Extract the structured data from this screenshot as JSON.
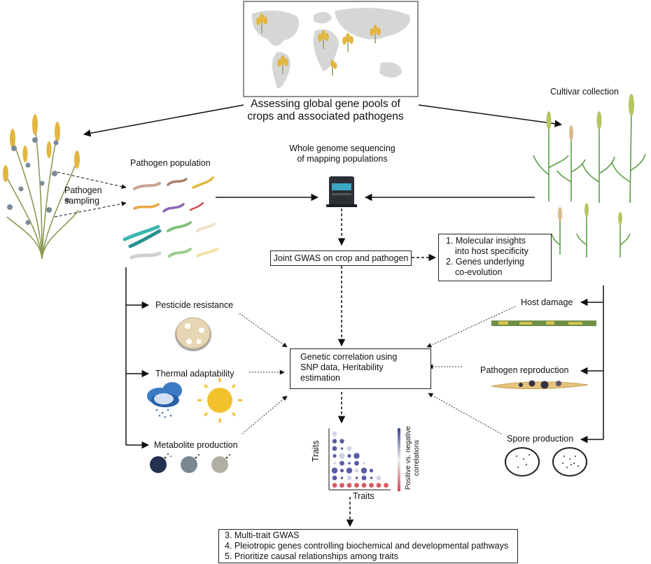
{
  "title": {
    "line1": "Assessing global gene pools of",
    "line2": "crops and associated pathogens"
  },
  "left": {
    "sampling_line1": "Pathogen",
    "sampling_line2": "sampling",
    "population": "Pathogen population",
    "traits": [
      "Pesticide resistance",
      "Thermal adaptability",
      "Metabolite production"
    ]
  },
  "center": {
    "wgs_line1": "Whole genome sequencing",
    "wgs_line2": "of mapping populations",
    "gwas": "Joint GWAS on crop and pathogen",
    "insights": [
      "1. Molecular insights",
      "into host specificity",
      "2. Genes underlying",
      "co-evolution"
    ],
    "correlation": [
      "Genetic correlation using",
      "SNP data, Heritability",
      "estimation"
    ],
    "heatmap_xlabel": "Traits",
    "heatmap_ylabel": "Traits",
    "legend_line1": "Positive vs. negative",
    "legend_line2": "correlations",
    "outcomes": [
      "3. Multi-trait GWAS",
      "4. Pleiotropic genes controlling biochemical and developmental pathways",
      "5. Prioritize causal relationships among traits"
    ]
  },
  "right": {
    "cultivar": "Cultivar collection",
    "traits": [
      "Host damage",
      "Pathogen reproduction",
      "Spore production"
    ]
  },
  "colors": {
    "line": "#111111",
    "wheat": "#e2b640",
    "leaf": "#5f9e48",
    "sun": "#f2c12e",
    "cloud": "#3a7bc4",
    "corr_positive": "#d4474f",
    "corr_negative": "#3c3f97",
    "map_land": "#d6d6d6"
  }
}
